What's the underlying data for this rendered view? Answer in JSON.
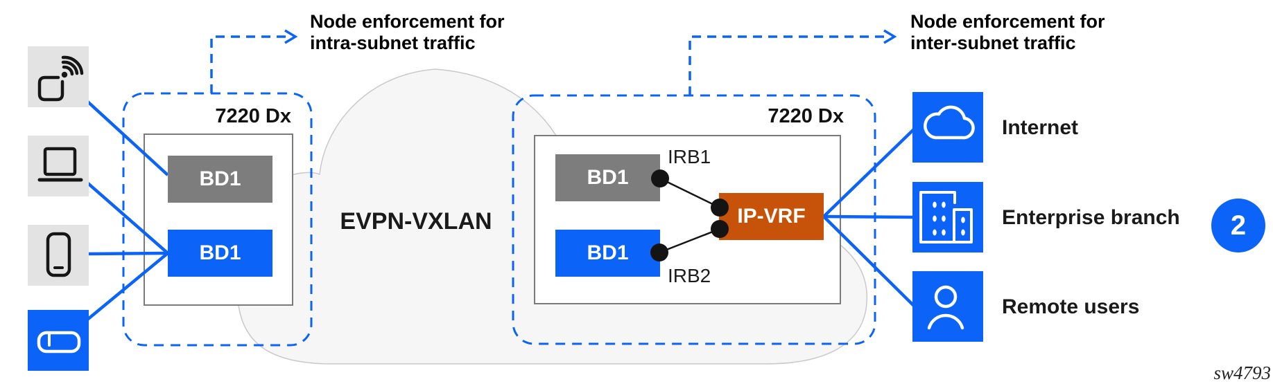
{
  "notes": {
    "left": {
      "line1": "Node enforcement for",
      "line2": "intra-subnet traffic"
    },
    "right": {
      "line1": "Node enforcement for",
      "line2": "inter-subnet traffic"
    }
  },
  "cloud": {
    "label": "EVPN-VXLAN"
  },
  "left_switch": {
    "title": "7220 Dx",
    "bd_top": "BD1",
    "bd_bottom": "BD1"
  },
  "right_switch": {
    "title": "7220 Dx",
    "bd_top": "BD1",
    "bd_bottom": "BD1",
    "irb_top": "IRB1",
    "irb_bottom": "IRB2",
    "vrf": "IP-VRF"
  },
  "endpoints": {
    "internet": {
      "label": "Internet"
    },
    "enterprise": {
      "label": "Enterprise branch",
      "badge": "2"
    },
    "remote": {
      "label": "Remote users"
    }
  },
  "watermark": "sw4793",
  "colors": {
    "accent_blue": "#0b63f8",
    "vrf_orange": "#c65309",
    "bd_gray": "#7d7d7d",
    "device_bg": "#e3e3e3",
    "cloud_fill": "#f6f6f6",
    "cloud_stroke": "#c9c9c9"
  }
}
